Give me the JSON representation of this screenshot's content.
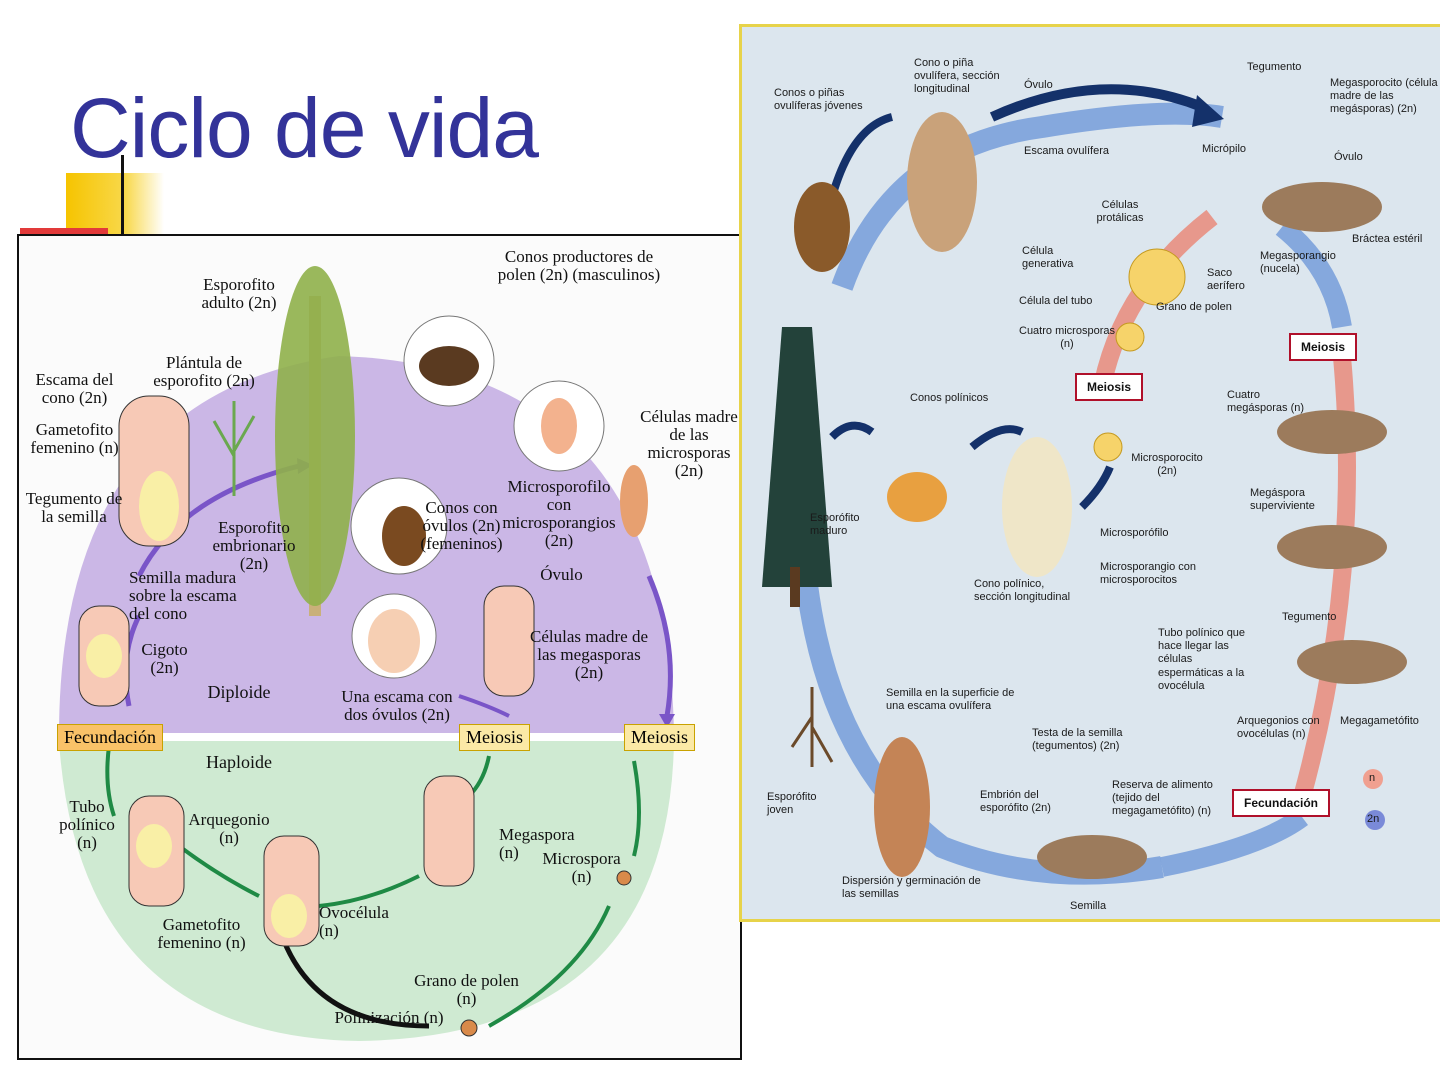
{
  "slide": {
    "title": "Ciclo de vida"
  },
  "left_diagram": {
    "labels": {
      "esporofito_adulto": "Esporofito adulto (2n)",
      "conos_polen": "Conos productores de polen (2n) (masculinos)",
      "plantula": "Plántula de esporofito (2n)",
      "escama_cono": "Escama del cono (2n)",
      "gametofito_fem_top": "Gametofito femenino (n)",
      "tegumento": "Tegumento de la semilla",
      "esporofito_emb": "Esporofito embrionario (2n)",
      "celulas_micro": "Células madre de las microsporas (2n)",
      "microsporofilo": "Microsporofilo con microsporangios (2n)",
      "conos_ovulos": "Conos con óvulos (2n) (femeninos)",
      "semilla_madura": "Semilla madura sobre la escama del cono",
      "ovulo": "Óvulo",
      "cigoto": "Cigoto (2n)",
      "celulas_mega": "Células madre de las megasporas (2n)",
      "diploide": "Diploide",
      "escama_dos": "Una escama con dos óvulos (2n)",
      "fecundacion": "Fecundación",
      "meiosis1": "Meiosis",
      "meiosis2": "Meiosis",
      "haploide": "Haploide",
      "tubo": "Tubo polínico (n)",
      "arquegonio": "Arquegonio (n)",
      "megaspora": "Megaspora (n)",
      "microspora": "Microspora (n)",
      "ovocelula": "Ovocélula (n)",
      "gametofito_fem_bottom": "Gametofito femenino (n)",
      "grano": "Grano de polen (n)",
      "polinizacion": "Polinización (n)"
    }
  },
  "right_diagram": {
    "labels": {
      "conos_jovenes": "Conos o piñas ovulíferas jóvenes",
      "cono_piña": "Cono o piña ovulífera, sección longitudinal",
      "ovulo_top": "Óvulo",
      "escama_ovulifera": "Escama ovulífera",
      "tegumento_top": "Tegumento",
      "megasporocito": "Megasporocito (célula madre de las megásporas) (2n)",
      "micropilo": "Micrópilo",
      "ovulo_right": "Óvulo",
      "bractea": "Bráctea estéril",
      "celulas_protalicas": "Células protálicas",
      "celula_generativa": "Célula generativa",
      "saco": "Saco aerífero",
      "celula_tubo": "Célula del tubo",
      "grano_polen": "Grano de polen",
      "megasporangio": "Megasporangio (nucela)",
      "cuatro_micro": "Cuatro microsporas (n)",
      "meiosis_right": "Meiosis",
      "meiosis_center": "Meiosis",
      "conos_polinicos": "Conos polínicos",
      "cuatro_mega": "Cuatro megásporas (n)",
      "microsporocito": "Microsporocito (2n)",
      "megaspora_superviviente": "Megáspora superviviente",
      "esporofito_maduro": "Esporófito maduro",
      "microsporofilo": "Microsporófilo",
      "microsporangio": "Microsporangio con microsporocitos",
      "cono_polinico": "Cono polínico, sección longitudinal",
      "tegumento_bottom": "Tegumento",
      "tubo_polinico": "Tubo polínico que hace llegar las células espermáticas a la ovocélula",
      "semilla_superficie": "Semilla en la superficie de una escama ovulífera",
      "arquegonios": "Arquegonios con ovocélulas (n)",
      "megagametofito": "Megagametófito",
      "testa": "Testa de la semilla (tegumentos) (2n)",
      "reserva": "Reserva de alimento (tejido del megagametófito) (n)",
      "esporofito_joven": "Esporófito joven",
      "embrion": "Embrión del esporófito (2n)",
      "fecundacion": "Fecundación",
      "legend_n": "n",
      "legend_2n": "2n",
      "dispersion": "Dispersión y germinación de las semillas",
      "semilla": "Semilla"
    }
  }
}
